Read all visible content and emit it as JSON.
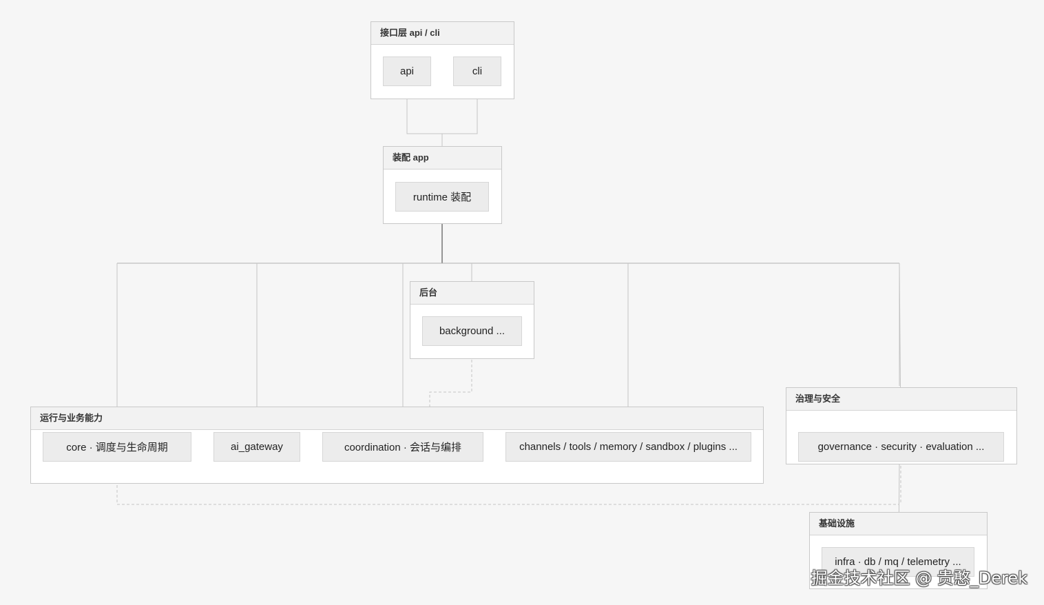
{
  "groups": {
    "interface": {
      "title": "接口层 api / cli"
    },
    "assembly": {
      "title": "装配 app"
    },
    "backend": {
      "title": "后台"
    },
    "runtime_biz": {
      "title": "运行与业务能力"
    },
    "governance": {
      "title": "治理与安全"
    },
    "infra": {
      "title": "基础设施"
    }
  },
  "nodes": {
    "api": "api",
    "cli": "cli",
    "runtime": "runtime 装配",
    "background": "background ...",
    "core": "core · 调度与生命周期",
    "ai_gateway": "ai_gateway",
    "coordination": "coordination · 会话与编排",
    "channels": "channels / tools / memory / sandbox / plugins ...",
    "governance": "governance · security · evaluation ...",
    "infra": "infra · db / mq / telemetry ..."
  },
  "watermark": "掘金技术社区 @ 贵憨_Derek",
  "colors": {
    "edge": "#b9b9b9",
    "edge_dark": "#555555",
    "arrow": "#5f7f88"
  }
}
